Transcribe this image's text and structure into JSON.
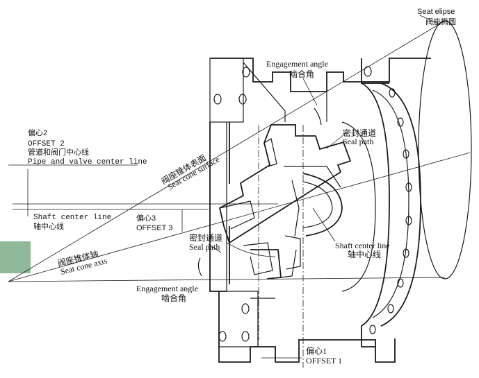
{
  "labels": {
    "seat_ellipse_en": "Seat elipse",
    "seat_ellipse_cn": "阀座椭圆",
    "engagement_top_en": "Engagement angle",
    "engagement_top_cn": "啮合角",
    "offset2_cn": "偏心2",
    "offset2_en": "OFFSET 2",
    "pipe_center_cn": "管道和阀门中心线",
    "pipe_center_en": "Pipe and valve center line",
    "seat_cone_surface_cn": "阀座锥体表面",
    "seat_cone_surface_en": "Seat cone surface",
    "seal_path_top_cn": "密封通道",
    "seal_path_top_en": "Seal path",
    "shaft_center_left_en": "Shaft center line",
    "shaft_center_left_cn": "轴中心线",
    "offset3_cn": "偏心3",
    "offset3_en": "OFFSET 3",
    "seal_path_mid_cn": "密封通道",
    "seal_path_mid_en": "Seal path",
    "seat_cone_axis_cn": "阀座锥体轴",
    "seat_cone_axis_en": "Seat cone axis",
    "shaft_center_right_en": "Shaft center line",
    "shaft_center_right_cn": "轴中心线",
    "engagement_bottom_en": "Engagement angle",
    "engagement_bottom_cn": "啮合角",
    "offset1_cn": "偏心1",
    "offset1_en": "OFFSET 1"
  },
  "colors": {
    "line": "#1a1a1a",
    "side_tab": "#8fb99a"
  }
}
